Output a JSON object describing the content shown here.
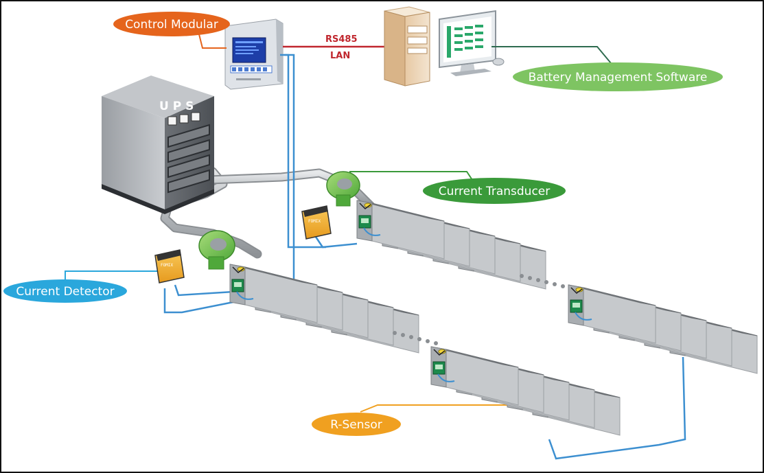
{
  "labels": {
    "control_modular": "Control Modular",
    "battery_management_software": "Battery Management Software",
    "current_transducer": "Current Transducer",
    "current_detector": "Current Detector",
    "r_sensor": "R-Sensor"
  },
  "link": {
    "protocol_1": "RS485",
    "protocol_2": "LAN"
  },
  "ups": {
    "label": "U P S"
  },
  "colors": {
    "control_modular_pill": "#e5641c",
    "software_pill": "#7ec462",
    "transducer_pill": "#3a9a3a",
    "detector_pill": "#2aa7dc",
    "r_sensor_pill": "#f0a020",
    "signal_wire": "#3c8fd0",
    "lan_wire": "#c0262d",
    "battery_body": "#b9bcbf",
    "sensor_module": "#1d8a4c",
    "detector_box": "#f4b23b"
  }
}
